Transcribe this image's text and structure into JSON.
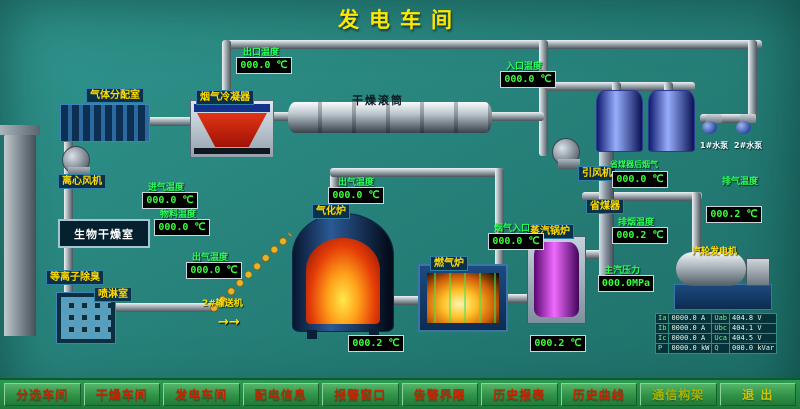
{
  "title": "发电车间",
  "nav": [
    {
      "label": "分选车间",
      "color": "#c62300"
    },
    {
      "label": "干燥车间",
      "color": "#c62300"
    },
    {
      "label": "发电车间",
      "color": "#c62300"
    },
    {
      "label": "配电信息",
      "color": "#c62300"
    },
    {
      "label": "报警窗口",
      "color": "#c62300"
    },
    {
      "label": "告警界限",
      "color": "#c62300"
    },
    {
      "label": "历史报表",
      "color": "#c62300"
    },
    {
      "label": "历史曲线",
      "color": "#c62300"
    },
    {
      "label": "通信构架",
      "color": "#aab400"
    },
    {
      "label": "退 出",
      "color": "#d4c400"
    }
  ],
  "equipment": {
    "gas_distribution_room": "气体分配室",
    "flue_gas_condenser": "烟气冷凝器",
    "drying_drum": "干燥滚筒",
    "centrifugal_fan": "离心风机",
    "bio_drying_room": "生物干燥室",
    "plasma_deodorizer": "等离子除臭",
    "spray_room": "喷淋室",
    "gasifier": "气化炉",
    "conveyor_2": "2#输送机",
    "gas_furnace": "燃气炉",
    "steam_boiler": "蒸汽锅炉",
    "induced_draft_fan": "引风机",
    "economizer": "省煤器",
    "turbine_generator": "汽轮发电机",
    "pump_1": "1#水泵",
    "pump_2": "2#水泵"
  },
  "sensors": {
    "outlet_temp": {
      "label": "出口温度",
      "value": "000.0 ℃"
    },
    "inlet_temp": {
      "label": "入口温度",
      "value": "000.0 ℃"
    },
    "intake_temp": {
      "label": "进气温度",
      "value": "000.0 ℃"
    },
    "material_temp": {
      "label": "物料温度",
      "value": "000.0 ℃"
    },
    "bio_outlet_temp": {
      "label": "出气温度",
      "value": "000.0 ℃"
    },
    "gasifier_outlet_temp": {
      "label": "出气温度",
      "value": "000.0 ℃"
    },
    "gasifier_bottom_temp": {
      "value": "000.2 ℃"
    },
    "boiler_bottom_temp": {
      "value": "000.2 ℃"
    },
    "flue_gas_inlet": {
      "label": "烟气入口",
      "value": "000.0 ℃"
    },
    "after_economizer": {
      "label": "省煤器后烟气",
      "value": "000.0 ℃"
    },
    "exhaust_smoke_temp": {
      "label": "排烟温度",
      "value": "000.2 ℃"
    },
    "main_steam_pressure": {
      "label": "主汽压力",
      "value": "000.0MPa"
    },
    "exhaust_temp": {
      "label": "排气温度",
      "value": "000.2 ℃"
    }
  },
  "generator_panel": {
    "rows": [
      [
        "Ia",
        "0000.0 A",
        "Uab",
        "404.8 V"
      ],
      [
        "Ib",
        "0000.0 A",
        "Ubc",
        "404.1 V"
      ],
      [
        "Ic",
        "0000.0 A",
        "Uca",
        "404.5 V"
      ],
      [
        "P",
        "0000.0 kW",
        "Q",
        "000.0 kVar"
      ]
    ]
  },
  "conveyor_arrows": "→→"
}
